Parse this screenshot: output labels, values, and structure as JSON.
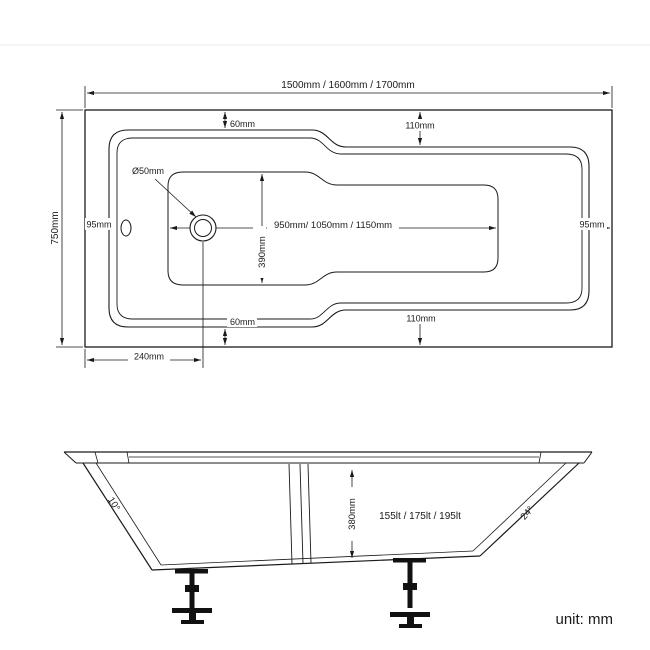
{
  "page": {
    "unit_label": "unit: mm"
  },
  "plan_view": {
    "overall_length": "1500mm / 1600mm / 1700mm",
    "overall_width": "750mm",
    "top_left_inset": "60mm",
    "top_right_inset": "110mm",
    "drain_diameter": "Ø50mm",
    "left_rim": "95mm",
    "right_rim": "95mm",
    "interior_length": "950mm/ 1050mm / 1150mm",
    "interior_width": "390mm",
    "bottom_left_inset": "60mm",
    "bottom_right_inset": "110mm",
    "drain_offset": "240mm"
  },
  "side_view": {
    "left_angle": "10°",
    "height": "380mm",
    "capacity": "155lt / 175lt / 195lt",
    "right_angle": "24°"
  },
  "colors": {
    "line": "#1a1a1a",
    "background": "#ffffff"
  }
}
